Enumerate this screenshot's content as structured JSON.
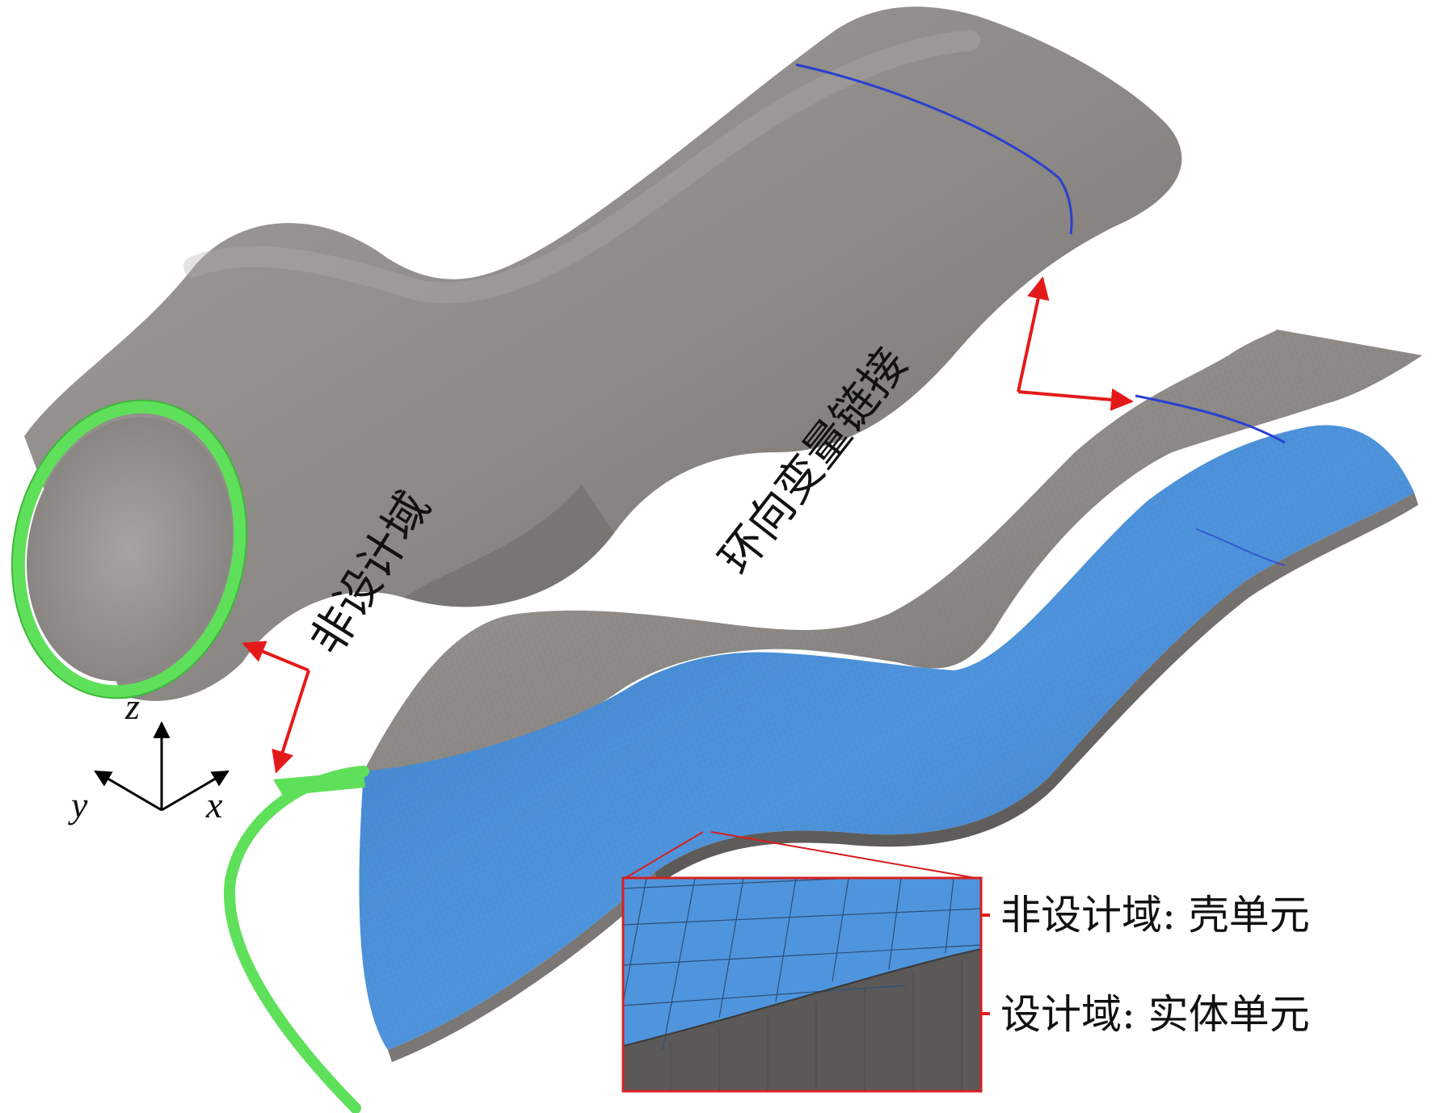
{
  "labels": {
    "non_design_domain": "非设计域",
    "circumferential_link": "环向变量链接",
    "shell_elements": "非设计域: 壳单元",
    "solid_elements": "设计域: 实体单元"
  },
  "axes": {
    "z": "z",
    "y": "y",
    "x": "x"
  },
  "colors": {
    "surface_gray": "#8e8b88",
    "design_blue": "#4a90d9",
    "ring_green": "#5fe05a",
    "seam_blue": "#2a3fd0",
    "arrow_red": "#e41a1a",
    "inset_border": "#d62020"
  }
}
